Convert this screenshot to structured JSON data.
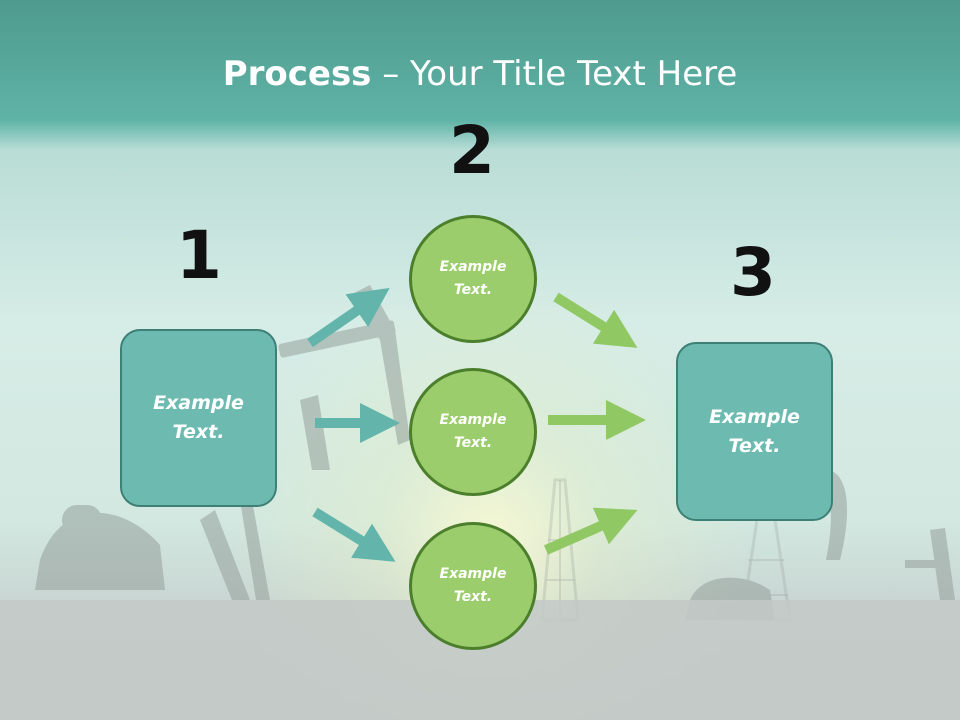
{
  "title": {
    "bold": "Process",
    "rest": " – Your Title Text Here"
  },
  "steps": {
    "one": {
      "number": "1",
      "label_line1": "Example",
      "label_line2": "Text."
    },
    "two": {
      "number": "2",
      "circles": [
        {
          "label_line1": "Example",
          "label_line2": "Text."
        },
        {
          "label_line1": "Example",
          "label_line2": "Text."
        },
        {
          "label_line1": "Example",
          "label_line2": "Text."
        }
      ]
    },
    "three": {
      "number": "3",
      "label_line1": "Example",
      "label_line2": "Text."
    }
  },
  "colors": {
    "box_fill": "#6dbbb0",
    "box_border": "#3e7f76",
    "circle_fill": "#9ccd6c",
    "circle_border": "#4b7f2c",
    "teal_arrow": "#63b5ab",
    "green_arrow": "#90c864"
  }
}
